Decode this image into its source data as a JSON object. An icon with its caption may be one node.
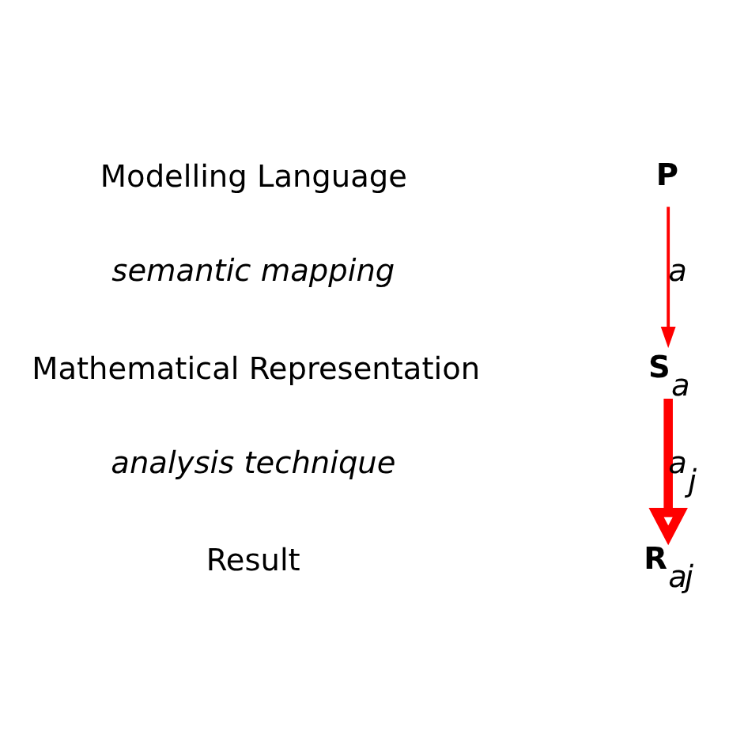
{
  "diagram": {
    "nodes": [
      {
        "text": [
          "**P**"
        ]
      },
      {
        "text": [
          "**S**$_{a}$"
        ]
      },
      {
        "text": [
          "**R**$_{a}$$_{j}$"
        ]
      }
    ],
    "edges": [
      {
        "from": 0,
        "to": 1,
        "arrow": "to",
        "label": "a",
        "color": "#ff0000"
      },
      {
        "from": 1,
        "to": 2,
        "arrow": "to",
        "label": "a$_{j}$",
        "style": "thick",
        "color": "#ff0000"
      }
    ],
    "labels": [
      "Modelling Language",
      "semantic mapping",
      "Mathematical Representation",
      "analysis technique",
      "Result"
    ]
  }
}
